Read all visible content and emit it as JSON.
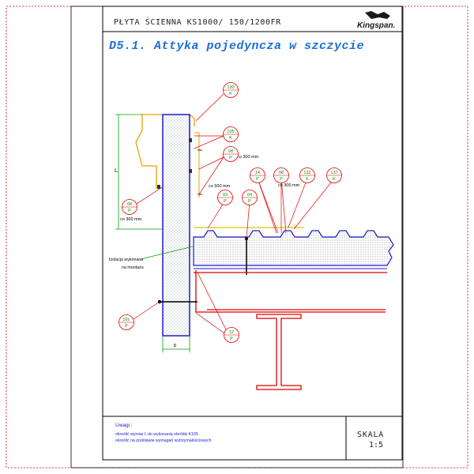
{
  "header": {
    "product_title": "PŁYTA ŚCIENNA KS1000/ 150/1200FR",
    "brand": "Kingspan."
  },
  "title": "D5.1. Attyka pojedyncza w szczycie",
  "annotations": {
    "spacing_300_a": "co 300 mm",
    "spacing_500": "co 500 mm",
    "spacing_300_b": "co 300 mm",
    "spacing_300_c": "co 300 mm",
    "insulation_line1": "Izolacja wykonana",
    "insulation_line2": "na montażu",
    "dim_L": "L",
    "dim_b": "b"
  },
  "callouts": [
    {
      "num": "130",
      "code": "K"
    },
    {
      "num": "105",
      "code": "K"
    },
    {
      "num": "08",
      "code": "P"
    },
    {
      "num": "14",
      "code": "P"
    },
    {
      "num": "08",
      "code": "P"
    },
    {
      "num": "132",
      "code": "K"
    },
    {
      "num": "137",
      "code": "K"
    },
    {
      "num": "03",
      "code": "P"
    },
    {
      "num": "04",
      "code": "P"
    },
    {
      "num": "08",
      "code": "P"
    },
    {
      "num": "02c",
      "code": "P"
    },
    {
      "num": "12",
      "code": "P"
    }
  ],
  "notes": {
    "heading": "Uwagi :",
    "line1": "określić wymiar L do wykonania obróbki K105",
    "line2": "określić na podstawie wymagań wytrzymałościowych"
  },
  "scale": {
    "label": "SKALA",
    "value": "1:5"
  },
  "colors": {
    "frame": "#000000",
    "border_red": "#d00000",
    "panel_blue": "#1a1acc",
    "flashing_orange": "#e8a000",
    "steel_red": "#e00000",
    "title_blue": "#1a6fd6",
    "leader_green": "#00a000",
    "callout_green": "#009000"
  }
}
